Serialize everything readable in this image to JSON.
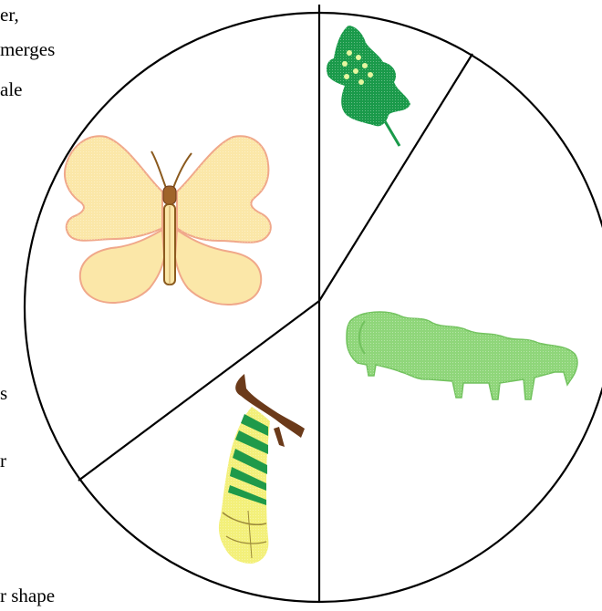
{
  "text_fragments": [
    "er,",
    "merges",
    "ale",
    "s",
    "r",
    "r shape"
  ],
  "stages": [
    {
      "name": "leaf-with-eggs",
      "color": "#1a9a4a"
    },
    {
      "name": "caterpillar",
      "color": "#8fd67a"
    },
    {
      "name": "chrysalis",
      "colors": [
        "#f3f07a",
        "#1f9a4a",
        "#6b3a1a"
      ]
    },
    {
      "name": "butterfly",
      "colors": [
        "#fbe7a8",
        "#f0a88a",
        "#8b5a1e"
      ]
    }
  ]
}
